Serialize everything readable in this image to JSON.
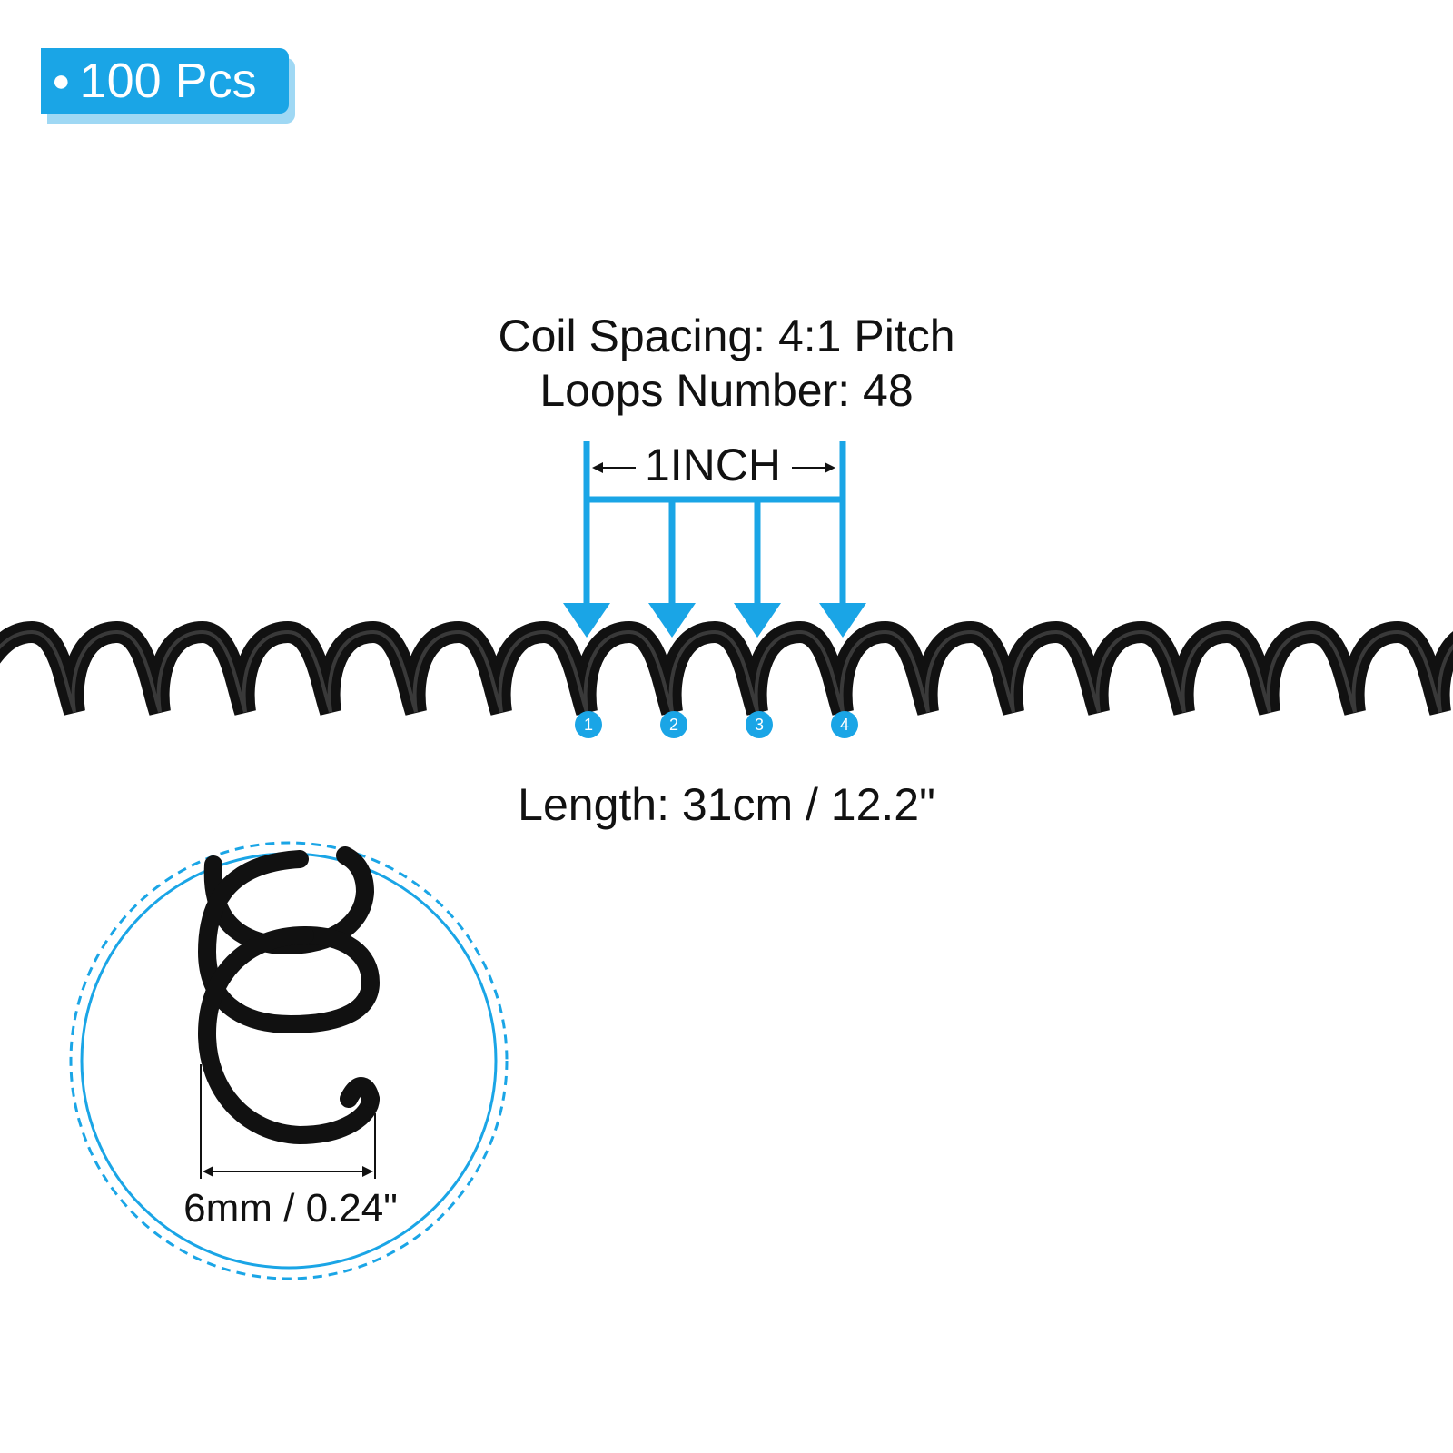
{
  "badge": {
    "text": "100 Pcs",
    "color": "#1aa5e6"
  },
  "specs": {
    "coil_spacing": "Coil Spacing: 4:1 Pitch",
    "loops_number": "Loops Number: 48",
    "length": "Length: 31cm / 12.2\""
  },
  "pitch_indicator": {
    "label": "1INCH",
    "markers": [
      "1",
      "2",
      "3",
      "4"
    ]
  },
  "detail": {
    "diameter_label": "6mm / 0.24\""
  },
  "colors": {
    "accent": "#1aa5e6",
    "coil": "#111111"
  }
}
